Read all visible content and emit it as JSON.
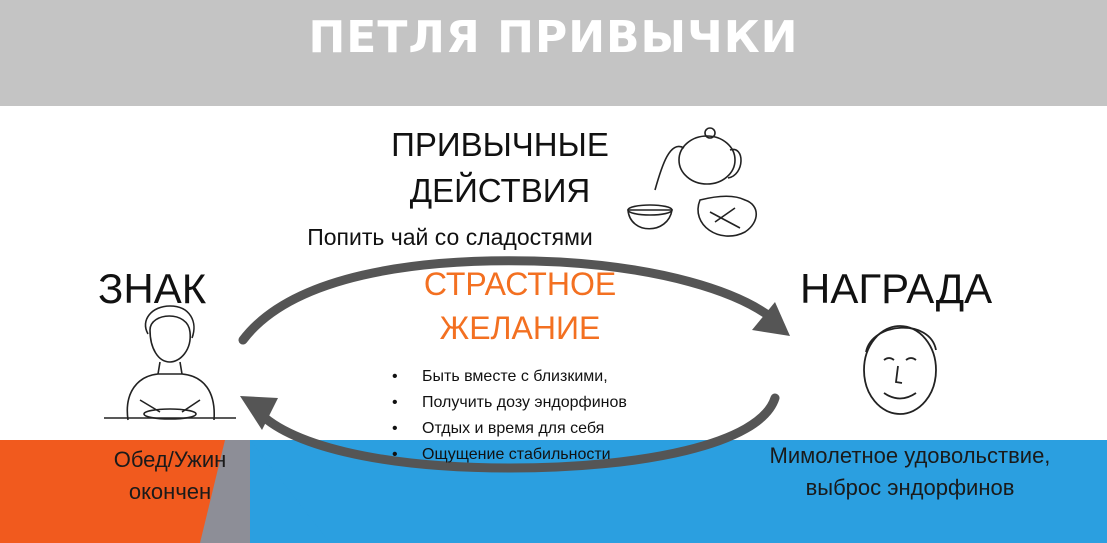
{
  "header": {
    "title": "ПЕТЛЯ ПРИВЫЧКИ"
  },
  "routine": {
    "title": "ПРИВЫЧНЫЕ ДЕЙСТВИЯ",
    "example": "Попить чай со сладостями"
  },
  "craving": {
    "title": "СТРАСТНОЕ ЖЕЛАНИЕ",
    "items": [
      "Быть вместе с близкими,",
      "Получить дозу эндорфинов",
      "Отдых и время для себя",
      "Ощущение стабильности"
    ]
  },
  "cue": {
    "title": "ЗНАК",
    "description": "Обед/Ужин окончен"
  },
  "reward": {
    "title": "НАГРАДА",
    "description": "Мимолетное удовольствие, выброс эндорфинов"
  },
  "colors": {
    "header_bg": "#c4c4c4",
    "blue_band": "#2b9fe0",
    "orange_band": "#f15a1e",
    "craving_text": "#f37021"
  }
}
